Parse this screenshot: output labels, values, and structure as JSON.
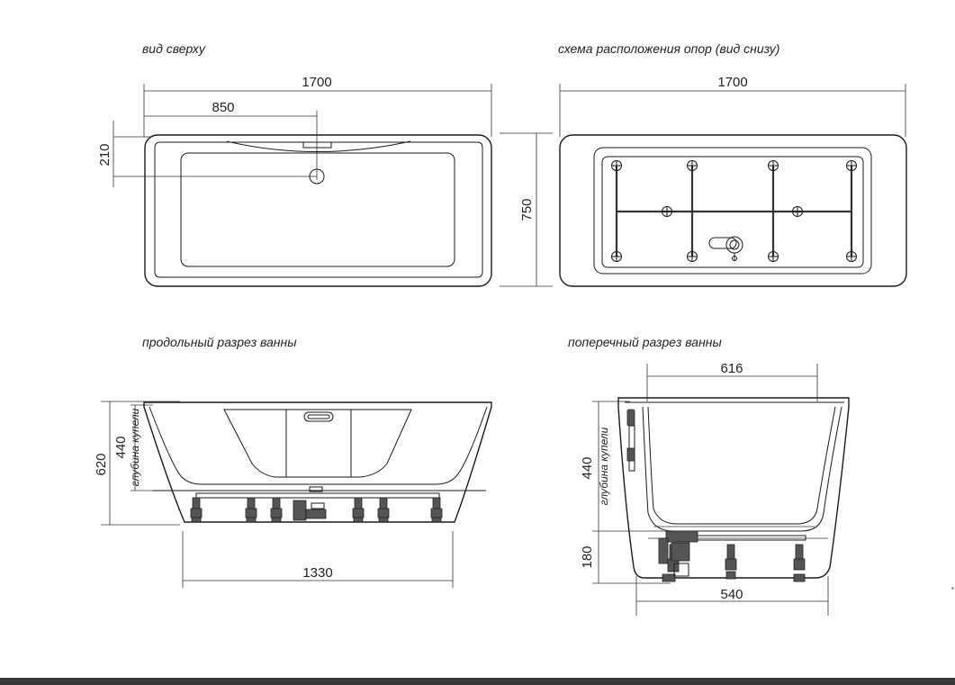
{
  "views": {
    "top": {
      "title": "вид сверху",
      "dim_length": "1700",
      "dim_half": "850",
      "dim_drain": "210",
      "dim_width": "750"
    },
    "supports": {
      "title": "схема расположения опор (вид снизу)",
      "dim_length": "1700"
    },
    "longitudinal": {
      "title": "продольный разрез ванны",
      "dim_height": "620",
      "dim_depth": "440",
      "depth_label": "глубина купели",
      "dim_base": "1330"
    },
    "cross": {
      "title": "поперечный разрез ванны",
      "dim_top": "616",
      "dim_depth": "440",
      "depth_label": "глубина купели",
      "dim_legs": "180",
      "dim_base": "540"
    }
  },
  "colors": {
    "line": "#1a1a1a",
    "footer": "#3a3a3a"
  }
}
